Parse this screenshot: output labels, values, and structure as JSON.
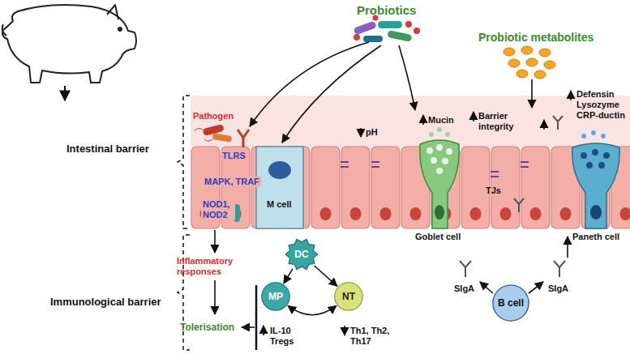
{
  "diagram": {
    "nodes": [
      {
        "text": [
          "DC"
        ]
      },
      {
        "text": [
          "MP"
        ]
      },
      {
        "text": [
          "NT"
        ]
      },
      {
        "text": [
          "B cell"
        ]
      }
    ],
    "edges": [
      {
        "from": 0,
        "to": 1,
        "arrow": "to"
      },
      {
        "from": 0,
        "to": 2,
        "arrow": "to"
      },
      {
        "from": 1,
        "to": 2,
        "arrow": "both"
      }
    ],
    "labels": [
      "Probiotics",
      "Probiotic metabolites",
      "Intestinal barrier",
      "Immunological barrier",
      "Pathogen",
      "TLRS",
      "MAPK, TRAF",
      "NOD1, NOD2",
      "M cell",
      "pH",
      "Mucin",
      "Barrier integrity",
      "Defensin Lysozyme CRP-ductin",
      "Goblet cell",
      "Paneth cell",
      "TJs",
      "Inflammatory responses",
      "Tolerisation",
      "IL-10 Tregs",
      "Th1, Th2, Th17",
      "SIgA",
      "SIgA"
    ]
  }
}
